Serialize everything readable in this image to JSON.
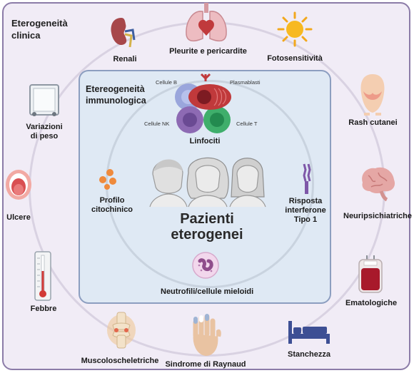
{
  "outer_title": [
    "Eterogeneità",
    "clinica"
  ],
  "inner_title": [
    "Etereogeneità",
    "immunologica"
  ],
  "center_title": [
    "Pazienti",
    "eterogenei"
  ],
  "clinical": {
    "renali": "Renali",
    "pleurite": "Pleurite e pericardite",
    "fotosensitivita": "Fotosensitività",
    "peso": [
      "Variazioni",
      "di peso"
    ],
    "rash": "Rash cutanei",
    "ulcere": "Ulcere",
    "neuro": "Neuripsichiatriche",
    "febbre": "Febbre",
    "ematologiche": "Ematologiche",
    "muscolo": "Muscoloscheletriche",
    "raynaud": "Sindrome di Raynaud",
    "stanchezza": "Stanchezza"
  },
  "immuno": {
    "cellule_b": "Cellule B",
    "plasmablasti": "Plasmablasti",
    "cellule_nk": "Cellule NK",
    "cellule_t": "Cellule T",
    "linfociti": "Linfociti",
    "profilo": [
      "Profilo",
      "citochinico"
    ],
    "interferone": [
      "Risposta",
      "interferone",
      "Tipo 1"
    ],
    "neutrofili": "Neutrofili/cellule mieloidi"
  },
  "colors": {
    "frame_border": "#8c7ca8",
    "frame_fill": "#f1ecf6",
    "inner_fill": "#dfe9f4",
    "cell_b": "#9aa6dc",
    "plasmablast": "#c0393b",
    "cell_nk": "#8d6ab3",
    "cell_t": "#3fae6b"
  }
}
